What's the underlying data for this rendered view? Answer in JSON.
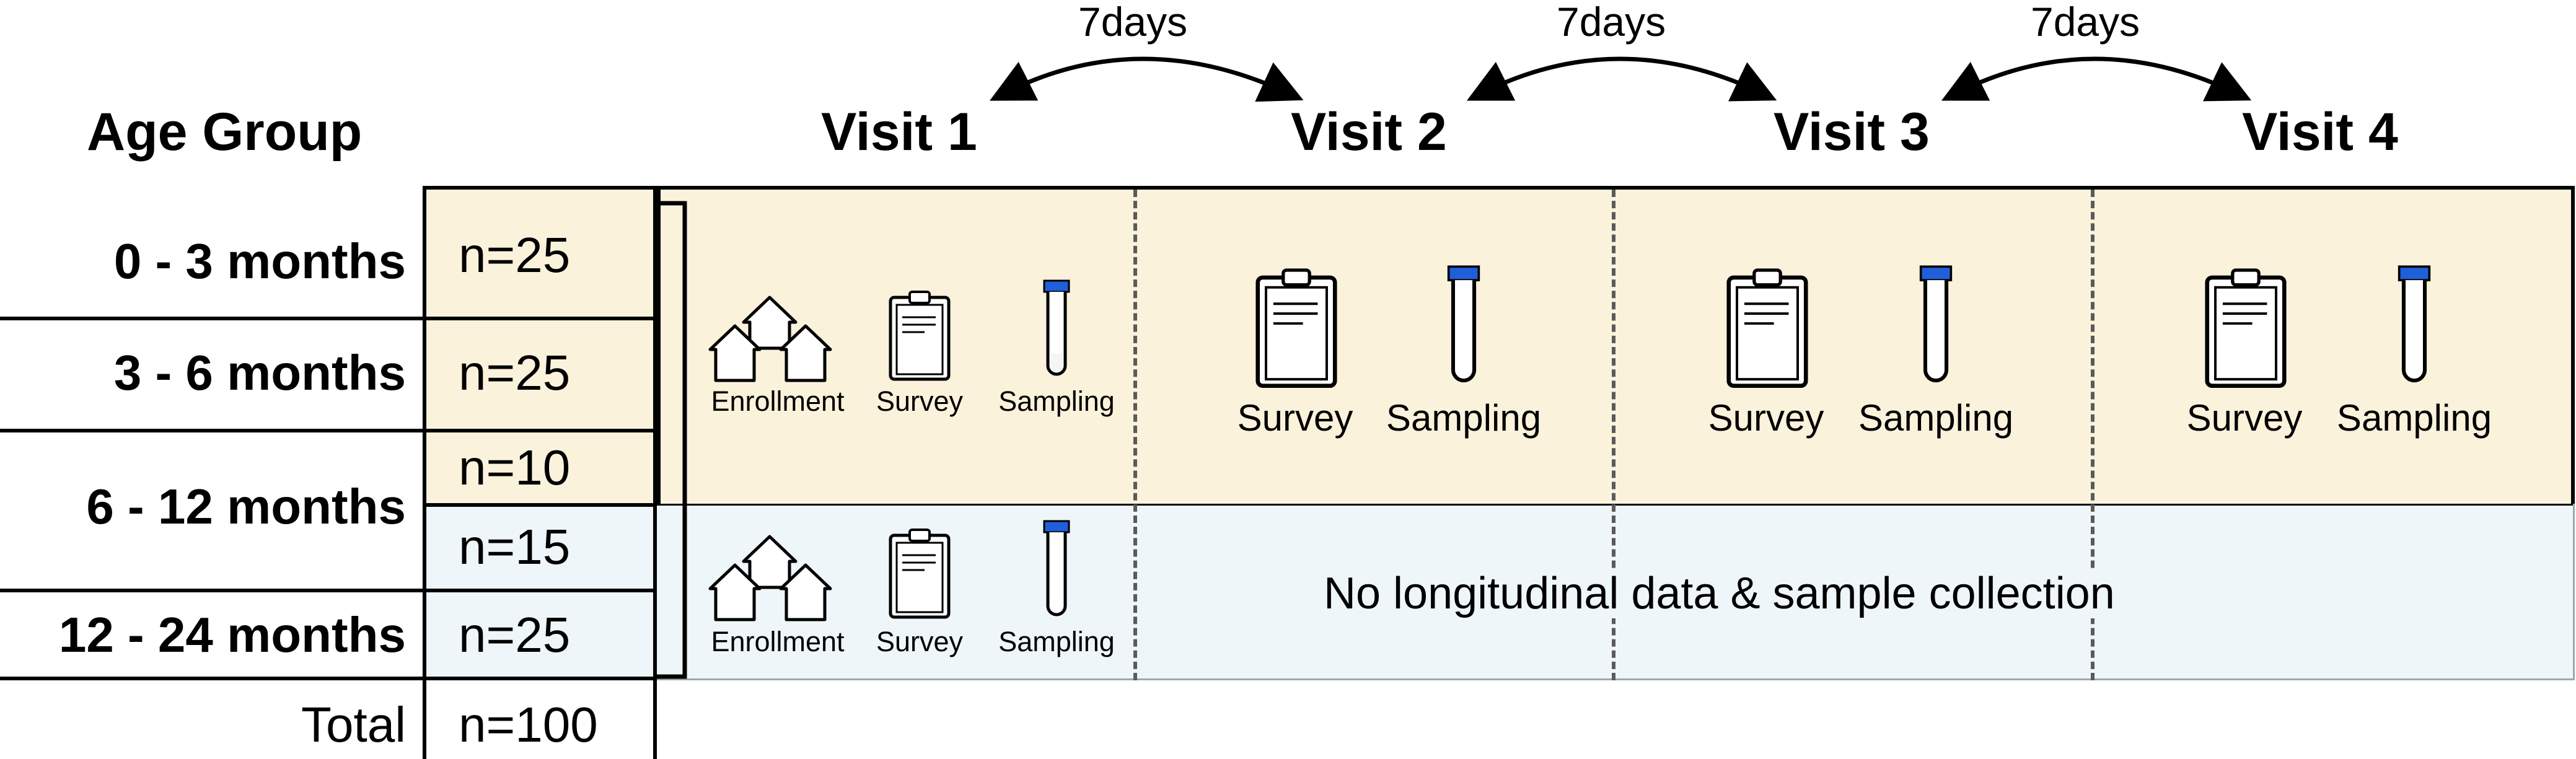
{
  "colors": {
    "yellow_fill": "#fbf2dc",
    "blue_fill": "#eef6f9",
    "dashed_line": "#5a5a5a",
    "tube_cap": "#1f5fd9"
  },
  "header": {
    "age_group": "Age Group",
    "visits": [
      "Visit 1",
      "Visit 2",
      "Visit 3",
      "Visit 4"
    ],
    "intervals": [
      "7days",
      "7days",
      "7days"
    ]
  },
  "age_groups": [
    {
      "label": "0 - 3 months",
      "counts": [
        "n=25"
      ]
    },
    {
      "label": "3 - 6 months",
      "counts": [
        "n=25"
      ]
    },
    {
      "label": "6 - 12 months",
      "counts": [
        "n=10",
        "n=15"
      ]
    },
    {
      "label": "12 - 24 months",
      "counts": [
        "n=25"
      ]
    }
  ],
  "total": {
    "label": "Total",
    "count": "n=100"
  },
  "visit1_activities": {
    "enrollment": "Enrollment",
    "survey": "Survey",
    "sampling": "Sampling"
  },
  "later_activities": {
    "survey": "Survey",
    "sampling": "Sampling"
  },
  "icons": [
    "houses-icon",
    "clipboard-icon",
    "test-tube-icon",
    "double-arrow-icon"
  ],
  "no_data_note": "No longitudinal data & sample collection"
}
